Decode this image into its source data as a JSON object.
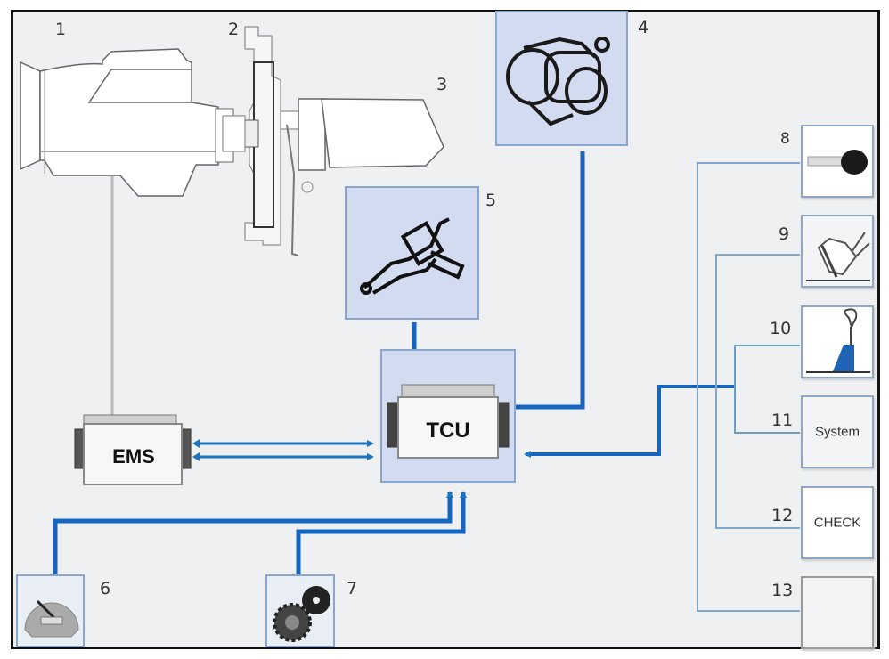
{
  "diagram": {
    "title": "",
    "components": [
      {
        "id": "1",
        "name": "Engine",
        "label": "1"
      },
      {
        "id": "2",
        "name": "Clutch",
        "label": "2"
      },
      {
        "id": "3",
        "name": "Gearbox",
        "label": "3"
      },
      {
        "id": "4",
        "name": "Hydraulic module",
        "label": "4"
      },
      {
        "id": "5",
        "name": "Gear shift actuator",
        "label": "5"
      },
      {
        "id": "6",
        "name": "Speedometer",
        "label": "6"
      },
      {
        "id": "7",
        "name": "Gear wheels",
        "label": "7"
      },
      {
        "id": "8",
        "name": "Key",
        "label": "8"
      },
      {
        "id": "9",
        "name": "Pedal",
        "label": "9"
      },
      {
        "id": "10",
        "name": "Shift lever",
        "label": "10"
      },
      {
        "id": "11",
        "name": "System display",
        "label": "11",
        "text": "System"
      },
      {
        "id": "12",
        "name": "Check display",
        "label": "12",
        "text": "CHECK"
      },
      {
        "id": "13",
        "name": "Empty display",
        "label": "13",
        "text": ""
      }
    ],
    "ecus": {
      "ems": {
        "label": "EMS"
      },
      "tcu": {
        "label": "TCU"
      }
    },
    "connections": [
      {
        "from": "1",
        "to": "EMS",
        "style": "gray"
      },
      {
        "from": "EMS",
        "to": "TCU",
        "style": "bus-double"
      },
      {
        "from": "4",
        "to": "TCU",
        "style": "blue"
      },
      {
        "from": "5",
        "to": "TCU",
        "style": "blue"
      },
      {
        "from": "6",
        "to": "TCU",
        "style": "blue-arrow"
      },
      {
        "from": "7",
        "to": "TCU",
        "style": "blue-arrow"
      },
      {
        "from": "8-13",
        "to": "TCU",
        "style": "blue-arrow"
      }
    ],
    "colors": {
      "blue_line": "#1565c0",
      "light_line": "#7fa9cc",
      "box_fill": "#d3dbf0",
      "background": "#eef0f1"
    }
  }
}
